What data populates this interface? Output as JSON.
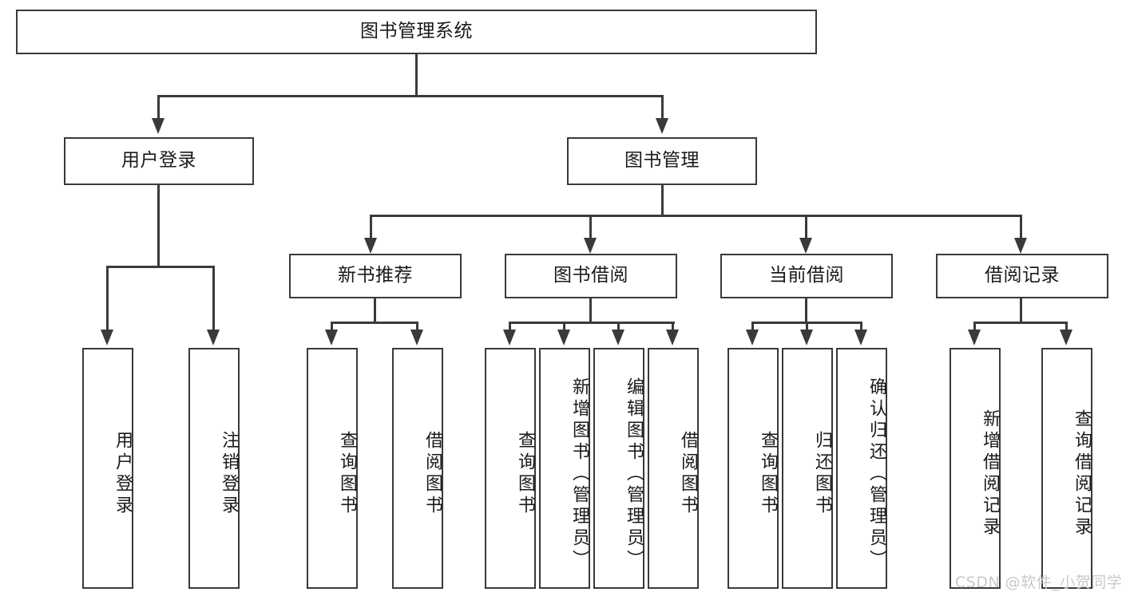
{
  "diagram": {
    "title": "图书管理系统",
    "type": "hierarchy-tree",
    "root": {
      "label": "图书管理系统"
    },
    "level2": [
      {
        "label": "用户登录"
      },
      {
        "label": "图书管理"
      }
    ],
    "level3": [
      {
        "label": "新书推荐"
      },
      {
        "label": "图书借阅"
      },
      {
        "label": "当前借阅"
      },
      {
        "label": "借阅记录"
      }
    ],
    "leaves": {
      "user_login": [
        {
          "label": "用户登录"
        },
        {
          "label": "注销登录"
        }
      ],
      "new_book": [
        {
          "label": "查询图书"
        },
        {
          "label": "借阅图书"
        }
      ],
      "book_borrow": [
        {
          "label": "查询图书"
        },
        {
          "label": "新增图书（管理员）"
        },
        {
          "label": "编辑图书（管理员）"
        },
        {
          "label": "借阅图书"
        }
      ],
      "current_borrow": [
        {
          "label": "查询图书"
        },
        {
          "label": "归还图书"
        },
        {
          "label": "确认归还（管理员）"
        }
      ],
      "borrow_record": [
        {
          "label": "新增借阅记录"
        },
        {
          "label": "查询借阅记录"
        }
      ]
    }
  },
  "watermark": {
    "text": "CSDN @软件_小贺同学",
    "color": "#c9c9c9"
  },
  "colors": {
    "border": "#3a3a3a",
    "background": "#ffffff",
    "text": "#1a1a1a"
  }
}
